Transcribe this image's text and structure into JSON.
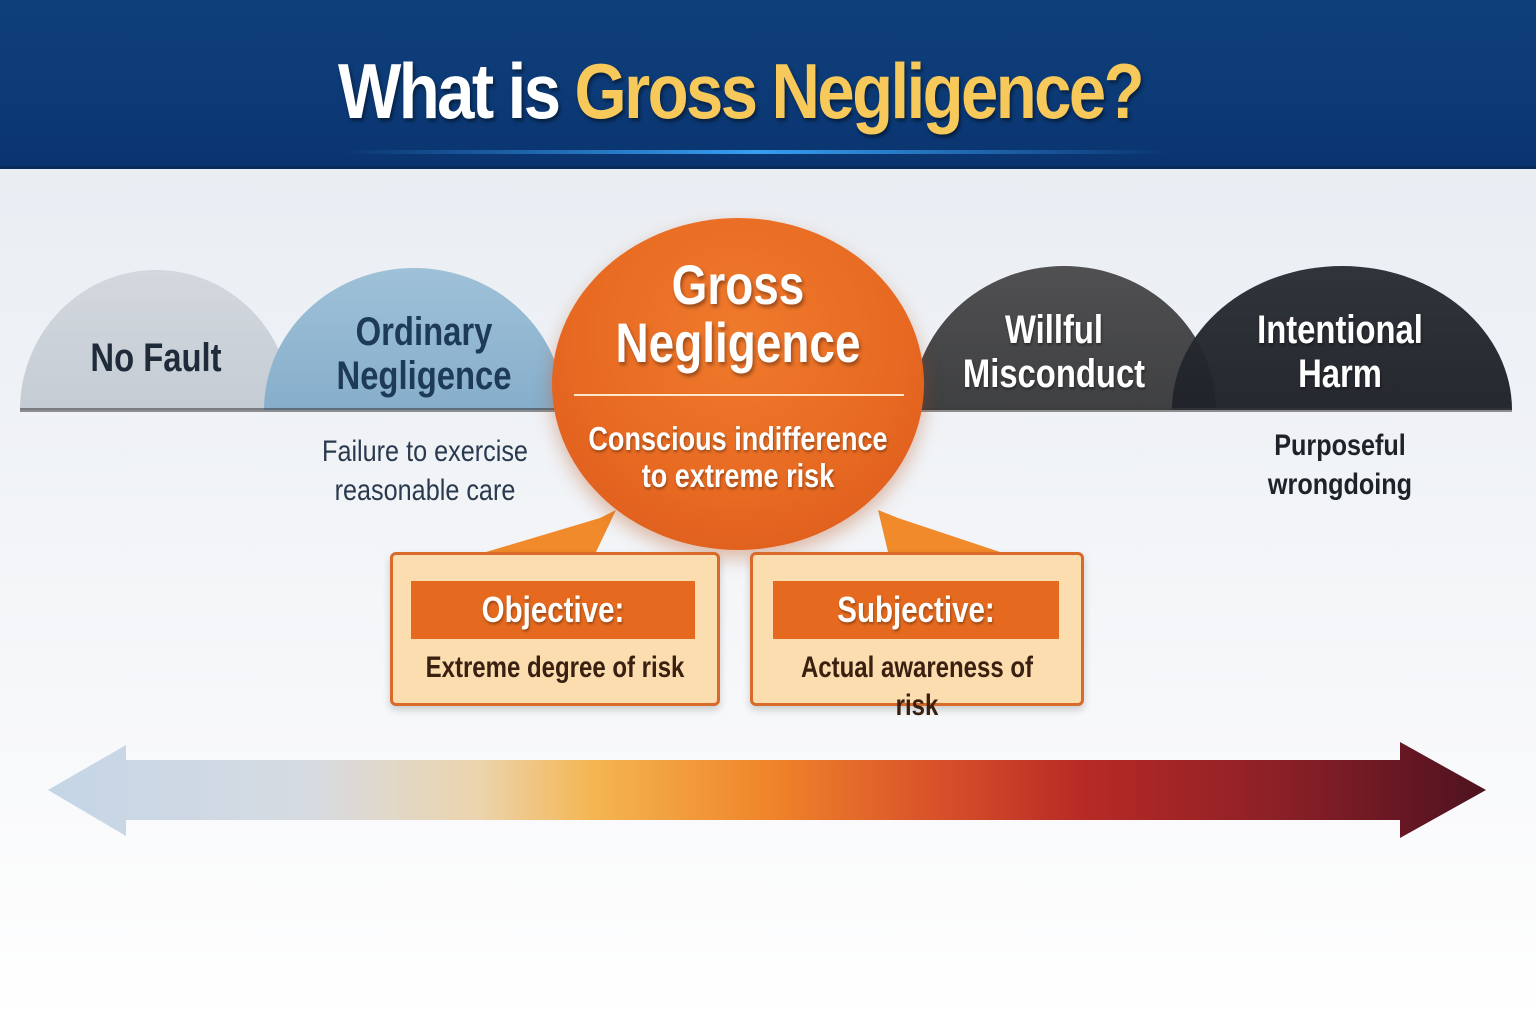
{
  "header": {
    "title_part1": "What is",
    "title_part2": "Gross Negligence?"
  },
  "spectrum": [
    {
      "label_line1": "No Fault",
      "label_line2": "",
      "description_line1": "",
      "description_line2": "",
      "color": "#c9d0d8"
    },
    {
      "label_line1": "Ordinary",
      "label_line2": "Negligence",
      "description_line1": "Failure to exercise",
      "description_line2": "reasonable care",
      "color": "#8fb6d0"
    },
    {
      "label_line1": "Gross",
      "label_line2": "Negligence",
      "description_line1": "Conscious indifference",
      "description_line2": "to extreme risk",
      "color": "#e8681f"
    },
    {
      "label_line1": "Willful",
      "label_line2": "Misconduct",
      "description_line1": "",
      "description_line2": "",
      "color": "#4a4a4c"
    },
    {
      "label_line1": "Intentional",
      "label_line2": "Harm",
      "description_line1": "Purposeful",
      "description_line2": "wrongdoing",
      "color": "#23272e"
    }
  ],
  "tests": [
    {
      "heading": "Objective:",
      "text": "Extreme degree of risk"
    },
    {
      "heading": "Subjective:",
      "text": "Actual awareness of risk"
    }
  ],
  "scale_arrow": {
    "gradient_colors": [
      "#c4d5e6",
      "#e8d5b8",
      "#f2b24a",
      "#f0852a",
      "#d24a22",
      "#a8202a",
      "#5a1422"
    ]
  }
}
